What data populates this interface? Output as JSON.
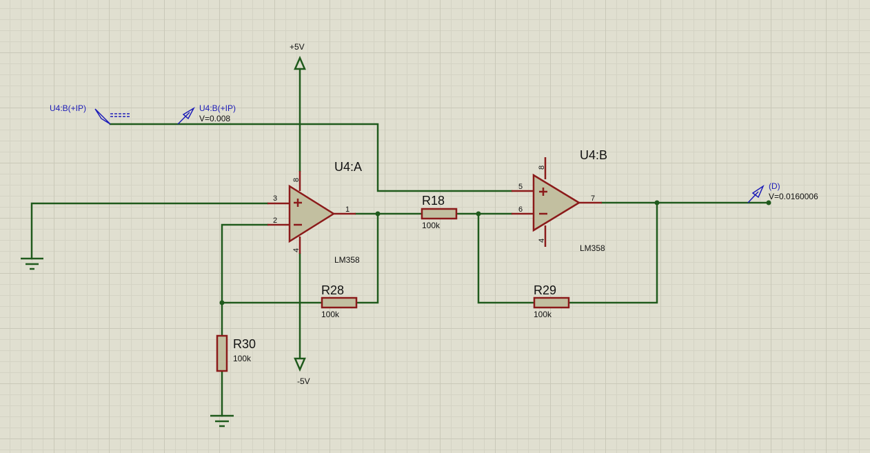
{
  "rails": {
    "positive": "+5V",
    "negative": "-5V"
  },
  "opamps": [
    {
      "ref": "U4:A",
      "part": "LM358",
      "pins": {
        "noninv": "3",
        "inv": "2",
        "out": "1",
        "vcc": "8",
        "vee": "4"
      }
    },
    {
      "ref": "U4:B",
      "part": "LM358",
      "pins": {
        "noninv": "5",
        "inv": "6",
        "out": "7",
        "vcc": "8",
        "vee": "4"
      }
    }
  ],
  "resistors": [
    {
      "ref": "R18",
      "value": "100k"
    },
    {
      "ref": "R28",
      "value": "100k"
    },
    {
      "ref": "R29",
      "value": "100k"
    },
    {
      "ref": "R30",
      "value": "100k"
    }
  ],
  "probes": {
    "input_generator": {
      "label": "U4:B(+IP)"
    },
    "input_voltage": {
      "label": "U4:B(+IP)",
      "value": "V=0.008"
    },
    "output_voltage": {
      "label": "(D)",
      "value": "V=0.0160006"
    }
  }
}
